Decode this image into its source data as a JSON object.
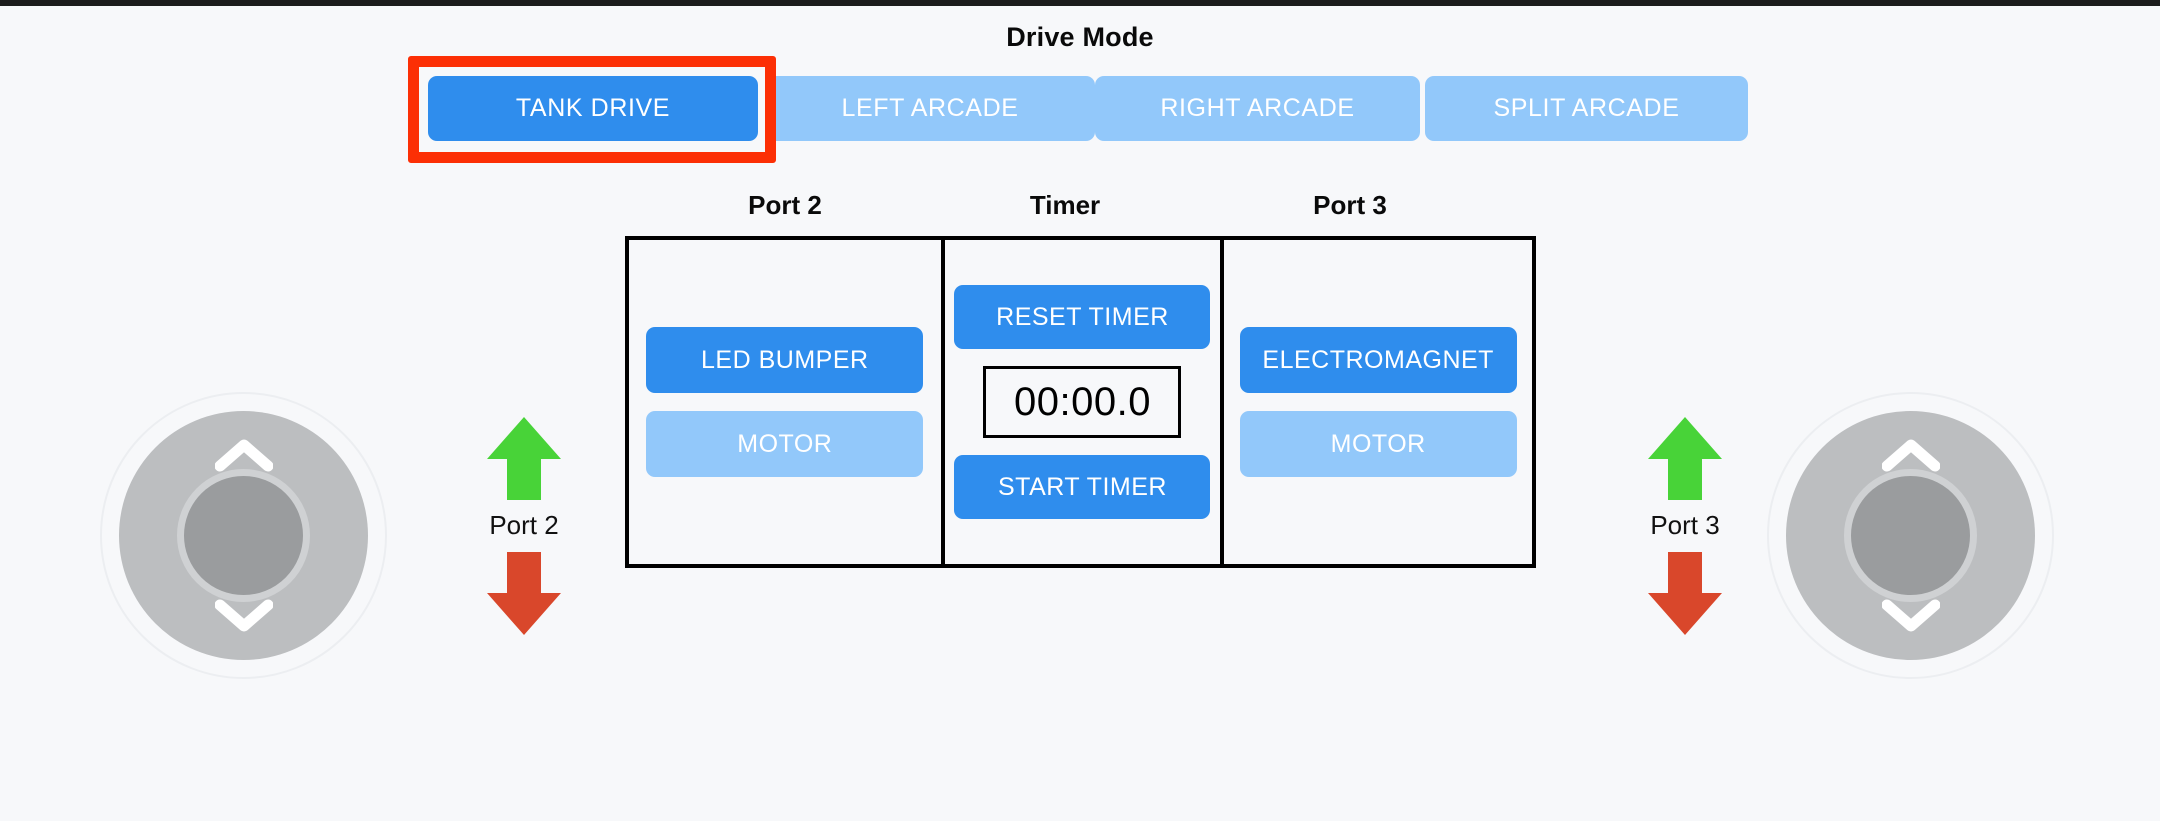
{
  "app": {
    "background_color": "#f7f8fa",
    "accent_color": "#2f8ded",
    "muted_accent_color": "#92c8fa",
    "highlight_color": "#fc2f05",
    "arrow_up_color": "#48d338",
    "arrow_down_color": "#d9472b"
  },
  "drive_mode": {
    "title": "Drive Mode",
    "selected": "TANK DRIVE",
    "buttons": [
      {
        "label": "TANK DRIVE",
        "state": "active"
      },
      {
        "label": "LEFT ARCADE",
        "state": "idle"
      },
      {
        "label": "RIGHT ARCADE",
        "state": "idle"
      },
      {
        "label": "SPLIT ARCADE",
        "state": "idle"
      }
    ]
  },
  "panel": {
    "columns": [
      {
        "title": "Port 2",
        "buttons": [
          {
            "label": "LED BUMPER",
            "state": "active"
          },
          {
            "label": "MOTOR",
            "state": "idle"
          }
        ]
      },
      {
        "title": "Timer",
        "reset_label": "RESET TIMER",
        "display": "00:00.0",
        "start_label": "START TIMER"
      },
      {
        "title": "Port 3",
        "buttons": [
          {
            "label": "ELECTROMAGNET",
            "state": "active"
          },
          {
            "label": "MOTOR",
            "state": "idle"
          }
        ]
      }
    ]
  },
  "port_controls": [
    {
      "label": "Port 2",
      "up_icon": "arrow-up-icon",
      "down_icon": "arrow-down-icon"
    },
    {
      "label": "Port 3",
      "up_icon": "arrow-up-icon",
      "down_icon": "arrow-down-icon"
    }
  ],
  "joysticks": [
    {
      "side": "left",
      "up_icon": "chevron-up-icon",
      "down_icon": "chevron-down-icon"
    },
    {
      "side": "right",
      "up_icon": "chevron-up-icon",
      "down_icon": "chevron-down-icon"
    }
  ]
}
